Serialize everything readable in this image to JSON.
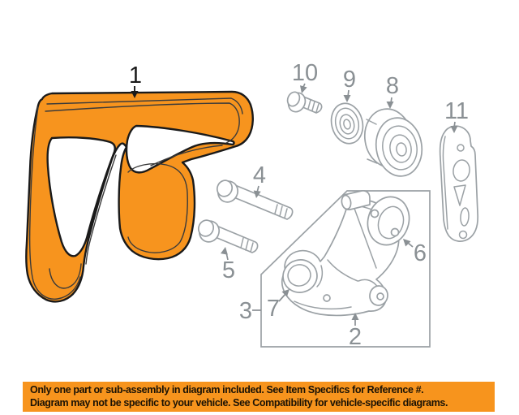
{
  "colors": {
    "highlight": "#f7941e",
    "outline": "#1a1a1a",
    "part_line": "#9ba1a5",
    "label_gray": "#8a9094",
    "banner_bg": "#f7941d",
    "banner_text": "#1a1205"
  },
  "labels": {
    "p1": "1",
    "p2": "2",
    "p3": "3",
    "p4": "4",
    "p5": "5",
    "p6": "6",
    "p7": "7",
    "p8": "8",
    "p9": "9",
    "p10": "10",
    "p11": "11"
  },
  "banner": {
    "line1": "Only one part or sub-assembly in diagram included. See Item Specifics for Reference #.",
    "line2": "Diagram may not be specific to your vehicle. See Compatibility for vehicle-specific diagrams."
  }
}
